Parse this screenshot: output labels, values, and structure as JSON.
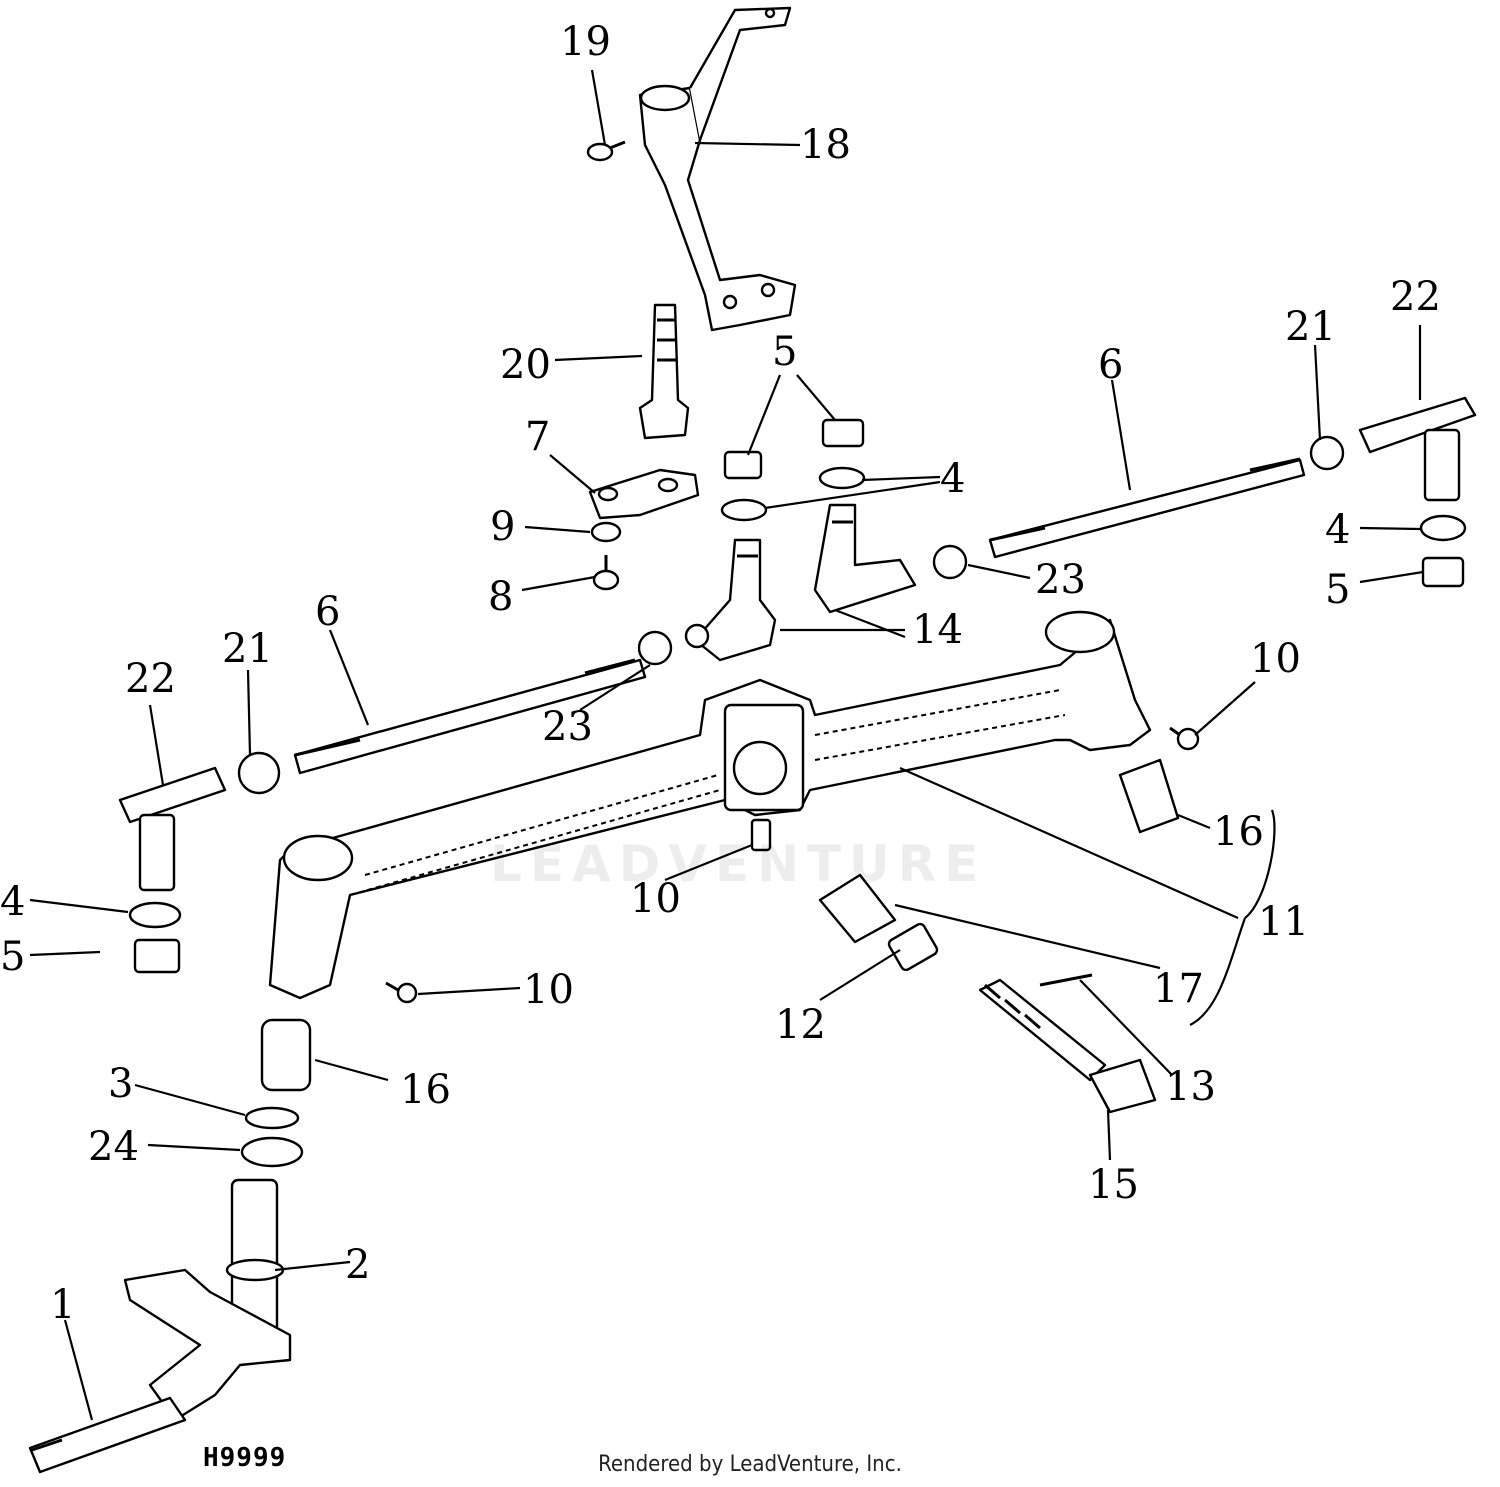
{
  "callouts": {
    "c1": "1",
    "c2": "2",
    "c3": "3",
    "c4a": "4",
    "c4b": "4",
    "c4c": "4",
    "c5a": "5",
    "c5b": "5",
    "c5c": "5",
    "c6a": "6",
    "c6b": "6",
    "c7": "7",
    "c8": "8",
    "c9": "9",
    "c10a": "10",
    "c10b": "10",
    "c10c": "10",
    "c11": "11",
    "c12": "12",
    "c13": "13",
    "c14": "14",
    "c15": "15",
    "c16a": "16",
    "c16b": "16",
    "c17": "17",
    "c18": "18",
    "c19": "19",
    "c20": "20",
    "c21a": "21",
    "c21b": "21",
    "c22a": "22",
    "c22b": "22",
    "c23a": "23",
    "c23b": "23",
    "c24": "24"
  },
  "figure_id": "H9999",
  "footer": "Rendered by LeadVenture, Inc.",
  "watermark": "LEADVENTURE"
}
